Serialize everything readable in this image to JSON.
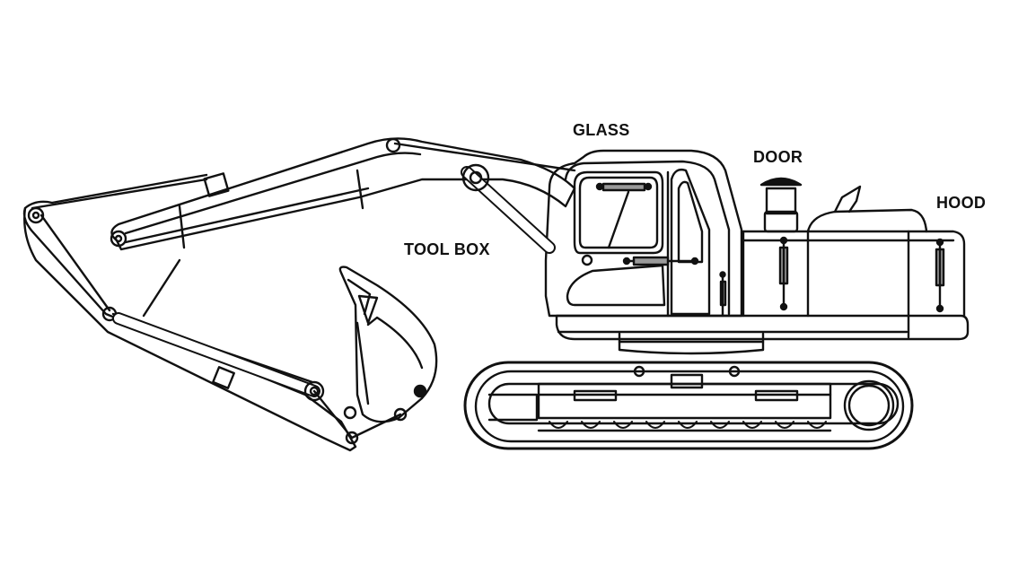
{
  "labels": {
    "glass": "GLASS",
    "door": "DOOR",
    "hood": "HOOD",
    "tool_box": "TOOL BOX"
  },
  "colors": {
    "line": "#111111",
    "strut_fill": "#9a9a9a",
    "background": "#ffffff"
  }
}
